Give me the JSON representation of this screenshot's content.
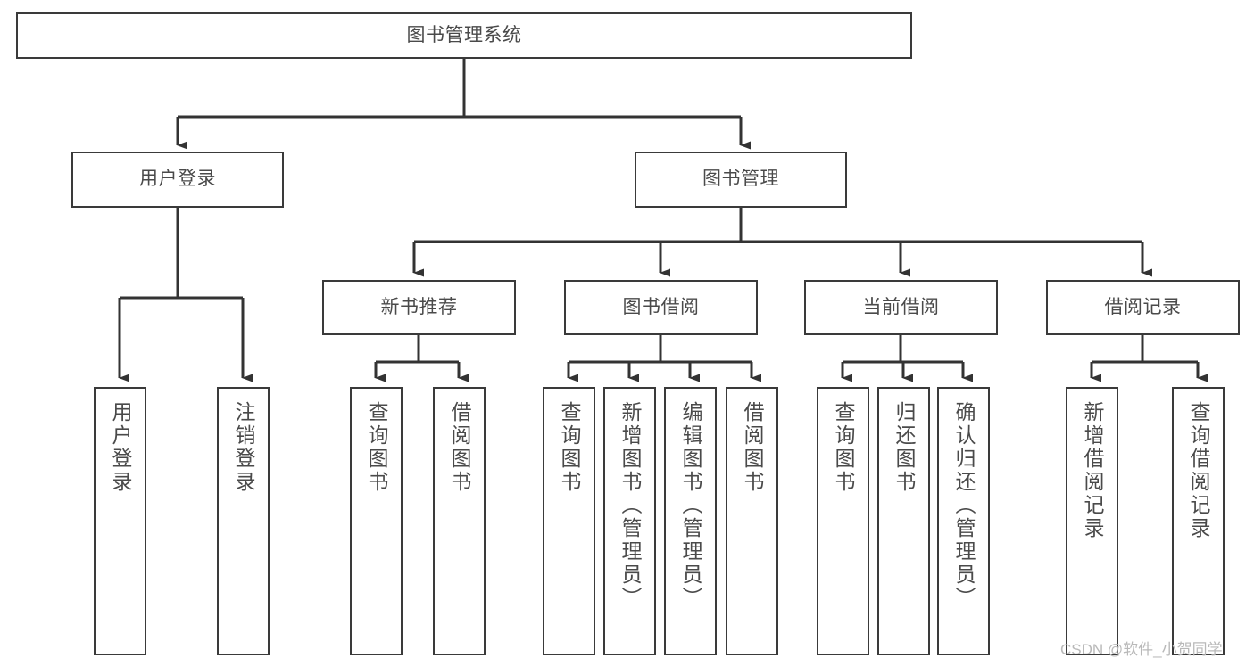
{
  "diagram": {
    "title": "图书管理系统",
    "type": "tree-hierarchy-chart",
    "watermark": "CSDN @软件_小贺同学",
    "colors": {
      "box_border": "#3a3a3a",
      "box_fill": "#ffffff",
      "text": "#4a4a4a",
      "connector": "#333333",
      "watermark": "#b9b9b9",
      "background": "#ffffff"
    },
    "root": {
      "label": "图书管理系统"
    },
    "level2": [
      {
        "label": "用户登录"
      },
      {
        "label": "图书管理"
      }
    ],
    "level3": [
      {
        "label": "新书推荐"
      },
      {
        "label": "图书借阅"
      },
      {
        "label": "当前借阅"
      },
      {
        "label": "借阅记录"
      }
    ],
    "leaves": {
      "user_login": [
        {
          "label": "用户登录"
        },
        {
          "label": "注销登录"
        }
      ],
      "new_book_recommend": [
        {
          "label": "查询图书"
        },
        {
          "label": "借阅图书"
        }
      ],
      "book_borrow": [
        {
          "label": "查询图书"
        },
        {
          "label": "新增图书（管理员）"
        },
        {
          "label": "编辑图书（管理员）"
        },
        {
          "label": "借阅图书"
        }
      ],
      "current_borrow": [
        {
          "label": "查询图书"
        },
        {
          "label": "归还图书"
        },
        {
          "label": "确认归还（管理员）"
        }
      ],
      "borrow_record": [
        {
          "label": "新增借阅记录"
        },
        {
          "label": "查询借阅记录"
        }
      ]
    }
  }
}
